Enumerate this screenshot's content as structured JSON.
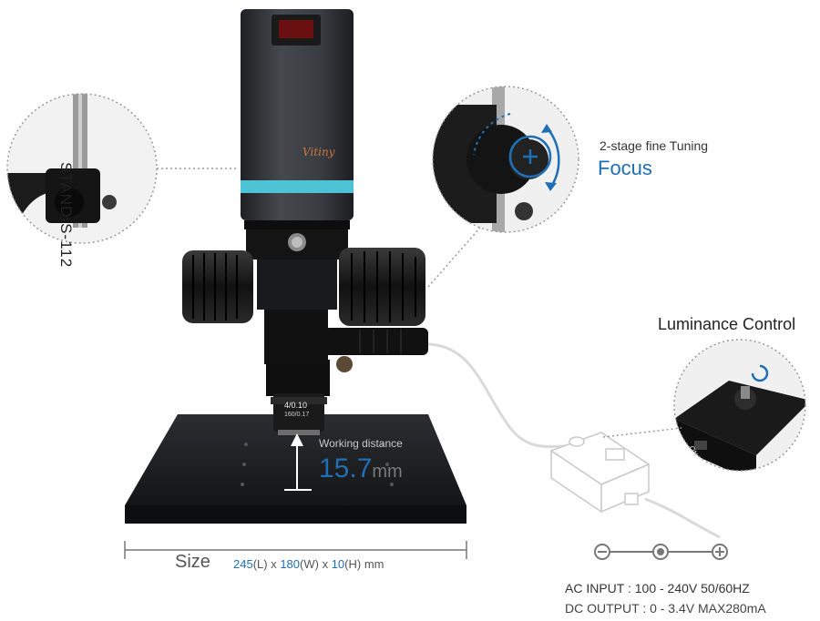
{
  "callouts": {
    "stand": {
      "label": "STAND S-112"
    },
    "focus": {
      "caption": "2-stage fine Tuning",
      "title": "Focus"
    },
    "luminance": {
      "title": "Luminance Control",
      "switch_label": "ON"
    }
  },
  "brand": {
    "logo_text": "Vitiny"
  },
  "objective": {
    "line1": "4/0.10",
    "line2": "160/0.17"
  },
  "working_distance": {
    "label": "Working distance",
    "value": "15.7",
    "unit": "mm"
  },
  "size": {
    "label": "Size",
    "length": "245",
    "length_unit": "(L) x ",
    "width": "180",
    "width_unit": "(W) x ",
    "height": "10",
    "height_unit": "(H) mm"
  },
  "power": {
    "ac": "AC INPUT : 100 - 240V 50/60HZ",
    "dc": "DC OUTPUT : 0 - 3.4V MAX280mA"
  },
  "colors": {
    "accent": "#1f6fb5",
    "band": "#4fc3d6",
    "body": "#2e3033",
    "base": "#1e1f22"
  }
}
